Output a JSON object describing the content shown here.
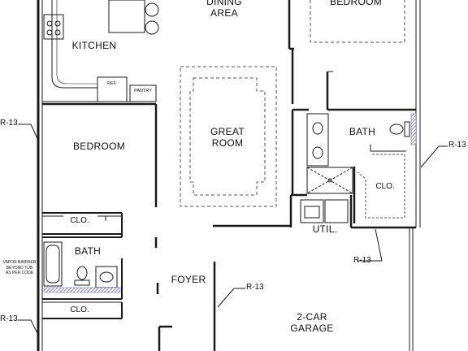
{
  "rooms": {
    "dining_area": "DINING\nAREA",
    "bedroom_top": "BEDROOM",
    "kitchen": "KITCHEN",
    "great_room": "GREAT\nROOM",
    "bedroom_left": "BEDROOM",
    "bath_right": "BATH",
    "closet_right": "CLO.",
    "closet_left": "CLO.",
    "bath_left": "BATH",
    "closet_bottom": "CLO.",
    "foyer": "FOYER",
    "utility": "UTIL.",
    "garage": "2-CAR\nGARAGE"
  },
  "fixtures": {
    "refrigerator": "REF.",
    "pantry": "PANTRY"
  },
  "insulation": {
    "left_upper": "R-13",
    "left_lower": "R-13",
    "right_upper": "R-13",
    "garage_wall": "R-13",
    "util_wall": "R-13"
  },
  "notes": {
    "vapor_barrier": "VAPOR BARRIER\nBEYOND TUB\nAS PER CODE"
  },
  "colors": {
    "wall": "#1a1a1a",
    "dashed": "#555555",
    "insulation_hatch": "#5a5aa0"
  }
}
